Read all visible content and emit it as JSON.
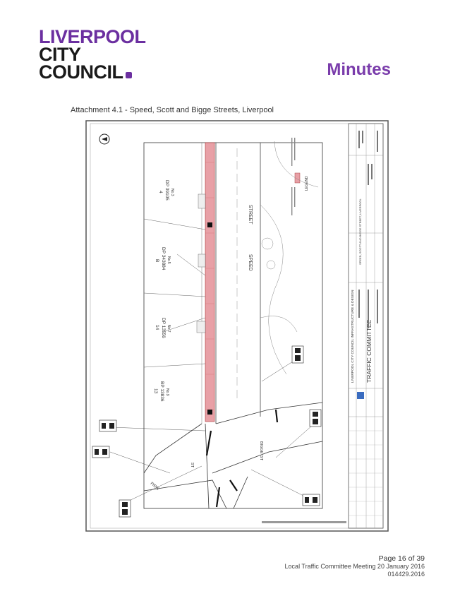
{
  "header": {
    "logo_lines": [
      "LIVERPOOL",
      "CITY",
      "COUNCIL"
    ],
    "doc_type": "Minutes"
  },
  "attachment_title": "Attachment 4.1 - Speed, Scott and Bigge Streets, Liverpool",
  "drawing": {
    "lots": [
      {
        "lot": "4",
        "dp": "DP 39105",
        "sub": "No.3"
      },
      {
        "lot": "B",
        "dp": "DP 343884",
        "sub": "No.5"
      },
      {
        "lot": "14",
        "dp": "DP 13556",
        "sub": "No.7"
      },
      {
        "lot": "13",
        "dp": "BP 13836",
        "sub": "No.9"
      }
    ],
    "streets": [
      "SPEED",
      "STREET",
      "BIGGE",
      "ST",
      "PIRIE",
      "ST"
    ],
    "title_block": {
      "council": "LIVERPOOL CITY COUNCIL INFRASTRUCTURE & DESIGN",
      "committee": "TRAFFIC COMMITTEE",
      "project": "SPEED, SCOTT AND BIGGE STREET, LIVERPOOL"
    },
    "legend_title": "LEGEND",
    "hatch_color": "#e8a0a6"
  },
  "footer": {
    "page": "Page 16 of 39",
    "meeting": "Local Traffic Committee Meeting 20 January 2016",
    "ref": "014429.2016"
  }
}
